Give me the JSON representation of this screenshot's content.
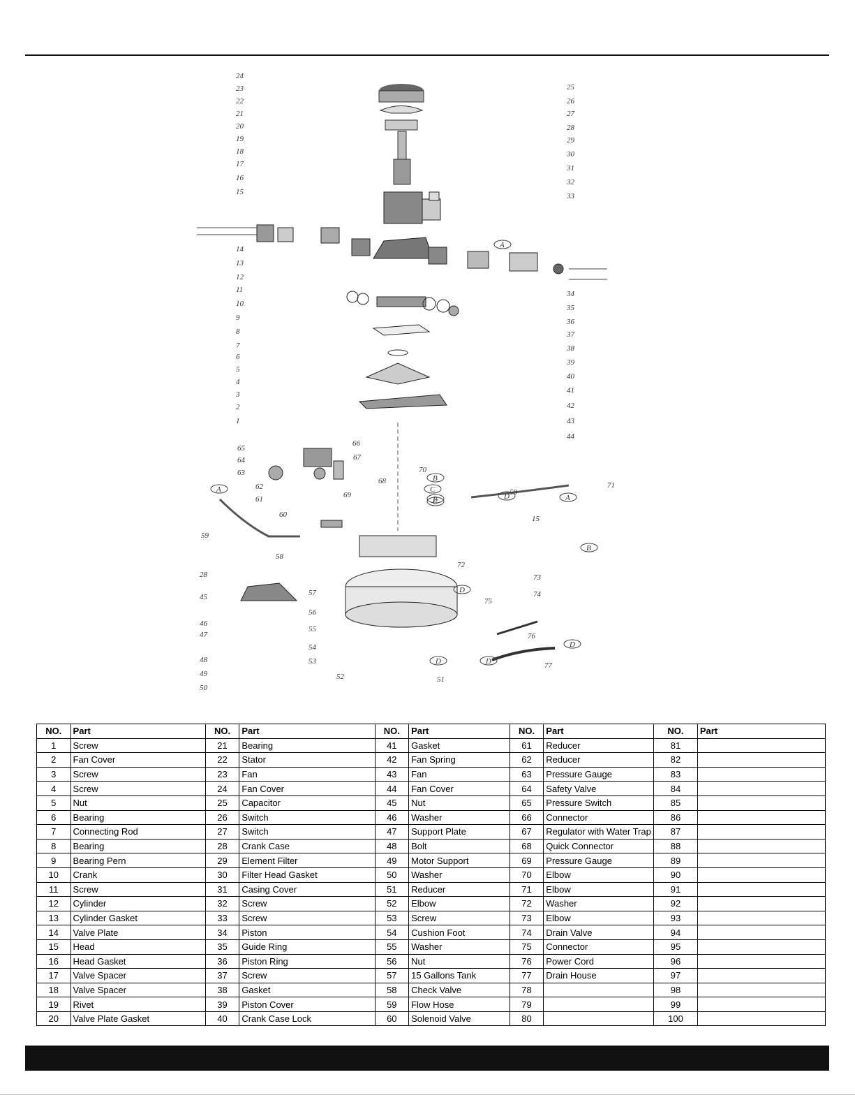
{
  "table": {
    "headers": [
      "NO.",
      "Part",
      "NO.",
      "Part",
      "NO.",
      "Part",
      "NO.",
      "Part",
      "NO.",
      "Part"
    ],
    "rows": [
      [
        "1",
        "Screw",
        "21",
        "Bearing",
        "41",
        "Gasket",
        "61",
        "Reducer",
        "81",
        ""
      ],
      [
        "2",
        "Fan Cover",
        "22",
        "Stator",
        "42",
        "Fan Spring",
        "62",
        "Reducer",
        "82",
        ""
      ],
      [
        "3",
        "Screw",
        "23",
        "Fan",
        "43",
        "Fan",
        "63",
        "Pressure Gauge",
        "83",
        ""
      ],
      [
        "4",
        "Screw",
        "24",
        "Fan Cover",
        "44",
        "Fan Cover",
        "64",
        "Safety Valve",
        "84",
        ""
      ],
      [
        "5",
        "Nut",
        "25",
        "Capacitor",
        "45",
        "Nut",
        "65",
        "Pressure Switch",
        "85",
        ""
      ],
      [
        "6",
        "Bearing",
        "26",
        "Switch",
        "46",
        "Washer",
        "66",
        "Connector",
        "86",
        ""
      ],
      [
        "7",
        "Connecting Rod",
        "27",
        "Switch",
        "47",
        "Support Plate",
        "67",
        "Regulator with Water Trap",
        "87",
        ""
      ],
      [
        "8",
        "Bearing",
        "28",
        "Crank Case",
        "48",
        "Bolt",
        "68",
        "Quick Connector",
        "88",
        ""
      ],
      [
        "9",
        "Bearing Pern",
        "29",
        "Element Filter",
        "49",
        "Motor Support",
        "69",
        "Pressure Gauge",
        "89",
        ""
      ],
      [
        "10",
        "Crank",
        "30",
        "Filter Head Gasket",
        "50",
        "Washer",
        "70",
        "Elbow",
        "90",
        ""
      ],
      [
        "11",
        "Screw",
        "31",
        "Casing Cover",
        "51",
        "Reducer",
        "71",
        "Elbow",
        "91",
        ""
      ],
      [
        "12",
        "Cylinder",
        "32",
        "Screw",
        "52",
        "Elbow",
        "72",
        "Washer",
        "92",
        ""
      ],
      [
        "13",
        "Cylinder Gasket",
        "33",
        "Screw",
        "53",
        "Screw",
        "73",
        "Elbow",
        "93",
        ""
      ],
      [
        "14",
        "Valve Plate",
        "34",
        "Piston",
        "54",
        "Cushion Foot",
        "74",
        "Drain Valve",
        "94",
        ""
      ],
      [
        "15",
        "Head",
        "35",
        "Guide Ring",
        "55",
        "Washer",
        "75",
        "Connector",
        "95",
        ""
      ],
      [
        "16",
        "Head Gasket",
        "36",
        "Piston Ring",
        "56",
        "Nut",
        "76",
        "Power Cord",
        "96",
        ""
      ],
      [
        "17",
        "Valve Spacer",
        "37",
        "Screw",
        "57",
        "15 Gallons Tank",
        "77",
        "Drain House",
        "97",
        ""
      ],
      [
        "18",
        "Valve Spacer",
        "38",
        "Gasket",
        "58",
        "Check Valve",
        "78",
        "",
        "98",
        ""
      ],
      [
        "19",
        "Rivet",
        "39",
        "Piston Cover",
        "59",
        "Flow Hose",
        "79",
        "",
        "99",
        ""
      ],
      [
        "20",
        "Valve Plate Gasket",
        "40",
        "Crank Case Lock",
        "60",
        "Solenoid Valve",
        "80",
        "",
        "100",
        ""
      ]
    ]
  },
  "diagram": {
    "left_labels": [
      "24",
      "23",
      "22",
      "21",
      "20",
      "19",
      "18",
      "17",
      "16",
      "15",
      "14",
      "13",
      "12",
      "11",
      "10",
      "9",
      "8",
      "7",
      "6",
      "5",
      "4",
      "3",
      "2",
      "1"
    ],
    "right_labels": [
      "25",
      "26",
      "27",
      "28",
      "29",
      "30",
      "31",
      "32",
      "33",
      "34",
      "35",
      "36",
      "37",
      "38",
      "39",
      "40",
      "41",
      "42",
      "43",
      "44"
    ],
    "other_labels": [
      "65",
      "66",
      "64",
      "67",
      "63",
      "68",
      "62",
      "69",
      "61",
      "60",
      "59",
      "58",
      "70",
      "71",
      "59",
      "15",
      "72",
      "73",
      "74",
      "75",
      "57",
      "28",
      "45",
      "46",
      "47",
      "48",
      "49",
      "50",
      "56",
      "55",
      "54",
      "53",
      "52",
      "51",
      "76",
      "77"
    ],
    "callouts": [
      "A",
      "B",
      "C",
      "D",
      "A",
      "C",
      "B",
      "A",
      "B",
      "D",
      "D",
      "D",
      "D"
    ]
  }
}
